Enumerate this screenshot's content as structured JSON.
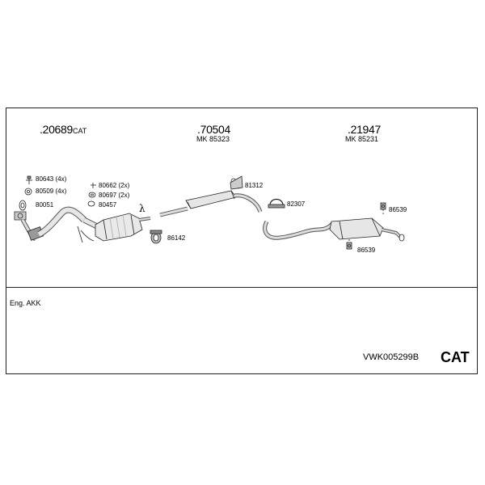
{
  "parts": [
    {
      "number": ".20689",
      "suffix": "CAT",
      "subtitle": ""
    },
    {
      "number": ".70504",
      "suffix": "",
      "subtitle": "MK  85323"
    },
    {
      "number": ".21947",
      "suffix": "",
      "subtitle": "MK  85231"
    }
  ],
  "callouts": {
    "c80643": "80643 (4x)",
    "c80509": "80509 (4x)",
    "c80051": "80051",
    "c80662": "80662 (2x)",
    "c80697": "80697 (2x)",
    "c80457": "80457",
    "lambda": "λ",
    "c86142": "86142",
    "c81312": "81312",
    "c82307": "82307",
    "c86539_top": "86539",
    "c86539_bottom": "86539"
  },
  "engine": "Eng. AKK",
  "kit_code": "VWK005299B",
  "kit_type": "CAT"
}
